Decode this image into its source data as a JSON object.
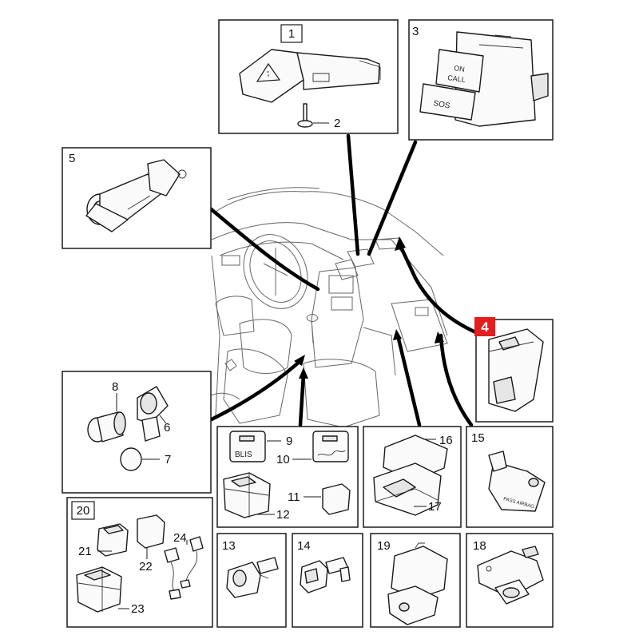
{
  "parts": {
    "p1": "1",
    "p2": "2",
    "p3": "3",
    "p4": "4",
    "p5": "5",
    "p6": "6",
    "p7": "7",
    "p8": "8",
    "p9": "9",
    "p10": "10",
    "p11": "11",
    "p12": "12",
    "p13": "13",
    "p14": "14",
    "p15": "15",
    "p16": "16",
    "p17": "17",
    "p18": "18",
    "p19": "19",
    "p20": "20",
    "p21": "21",
    "p22": "22",
    "p23": "23",
    "p24": "24"
  },
  "button_labels": {
    "on_call_line1": "ON",
    "on_call_line2": "CALL",
    "sos": "SOS",
    "blis": "BLIS",
    "pass_airbag": "PASS AIRBAG"
  },
  "colors": {
    "highlight": "#e41e1e",
    "lines": "#1a1a1a"
  }
}
